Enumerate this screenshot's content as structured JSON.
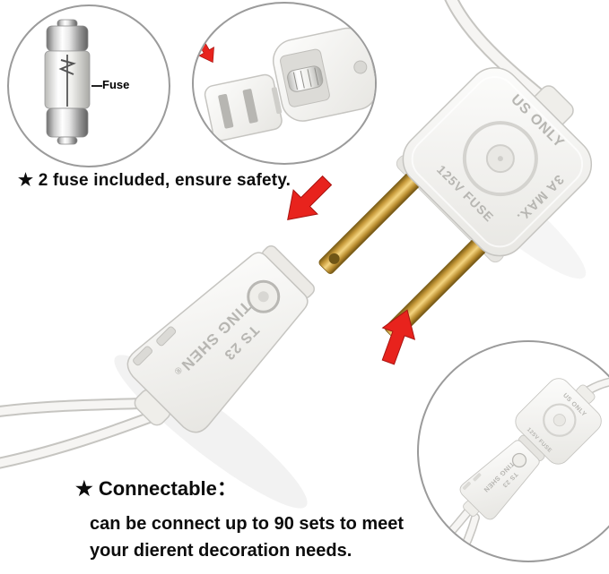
{
  "colors": {
    "arrow_red": "#e8231d",
    "arrow_red_dark": "#a81411",
    "plug_body": "#f3f2ef",
    "brass": "#c89b3c",
    "circle_border": "#9b9b9b",
    "emboss_text": "#b7b6b2"
  },
  "insets": {
    "fuse": {
      "label": "Fuse"
    },
    "open_plug": {
      "description": "plug opened showing fuse compartment"
    },
    "joined": {
      "description": "two plugs connected"
    }
  },
  "annotations": {
    "safety_note": "★ 2 fuse included, ensure safety.",
    "connectable_title": "★ Connectable：",
    "connectable_line1": "can be connect up to 90 sets to meet",
    "connectable_line2": "your dierent decoration needs."
  },
  "plug_markings": {
    "male_line1": "US ONLY",
    "male_line2": "3A MAX.",
    "male_line3": "125V FUSE",
    "female_brand": "TING SHEN",
    "female_reg": "®",
    "female_model": "TS 23"
  }
}
